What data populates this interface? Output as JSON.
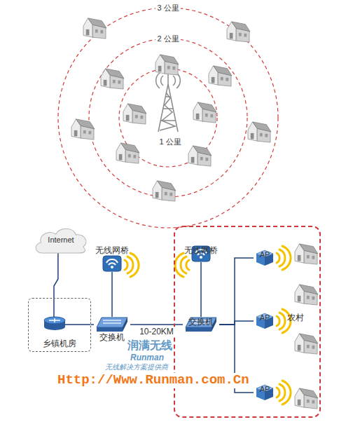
{
  "diagram": {
    "nodes": [
      {
        "text": [
          "Internet"
        ]
      },
      {
        "text": [
          "乡镇机房"
        ]
      },
      {
        "text": [
          "无线网桥"
        ]
      },
      {
        "text": [
          "交换机"
        ]
      },
      {
        "text": [
          "农村"
        ]
      },
      {
        "text": [
          "无线网桥"
        ],
        "in": 4
      },
      {
        "text": [
          "交换机"
        ],
        "in": 4
      },
      {
        "text": [
          "AP"
        ],
        "in": 4
      },
      {
        "text": [
          "AP"
        ],
        "in": 4
      },
      {
        "text": [
          "AP"
        ],
        "in": 4
      }
    ],
    "edges": [
      {
        "from": 0,
        "to": 1,
        "arrow": "none"
      },
      {
        "from": 1,
        "to": 3,
        "arrow": "none"
      },
      {
        "from": 2,
        "to": 3,
        "arrow": "none"
      },
      {
        "from": 3,
        "to": 6,
        "label": "10-20KM",
        "arrow": "none"
      },
      {
        "from": 5,
        "to": 6,
        "arrow": "none"
      },
      {
        "from": 6,
        "to": 7,
        "arrow": "none"
      },
      {
        "from": 6,
        "to": 8,
        "arrow": "none"
      },
      {
        "from": 6,
        "to": 9,
        "arrow": "none"
      }
    ],
    "labels": [
      "3 公里",
      "2 公里",
      "1 公里",
      "润满无线",
      "Runman",
      "无线解决方案提供商",
      "Http://Www.Runman.com.Cn"
    ]
  }
}
